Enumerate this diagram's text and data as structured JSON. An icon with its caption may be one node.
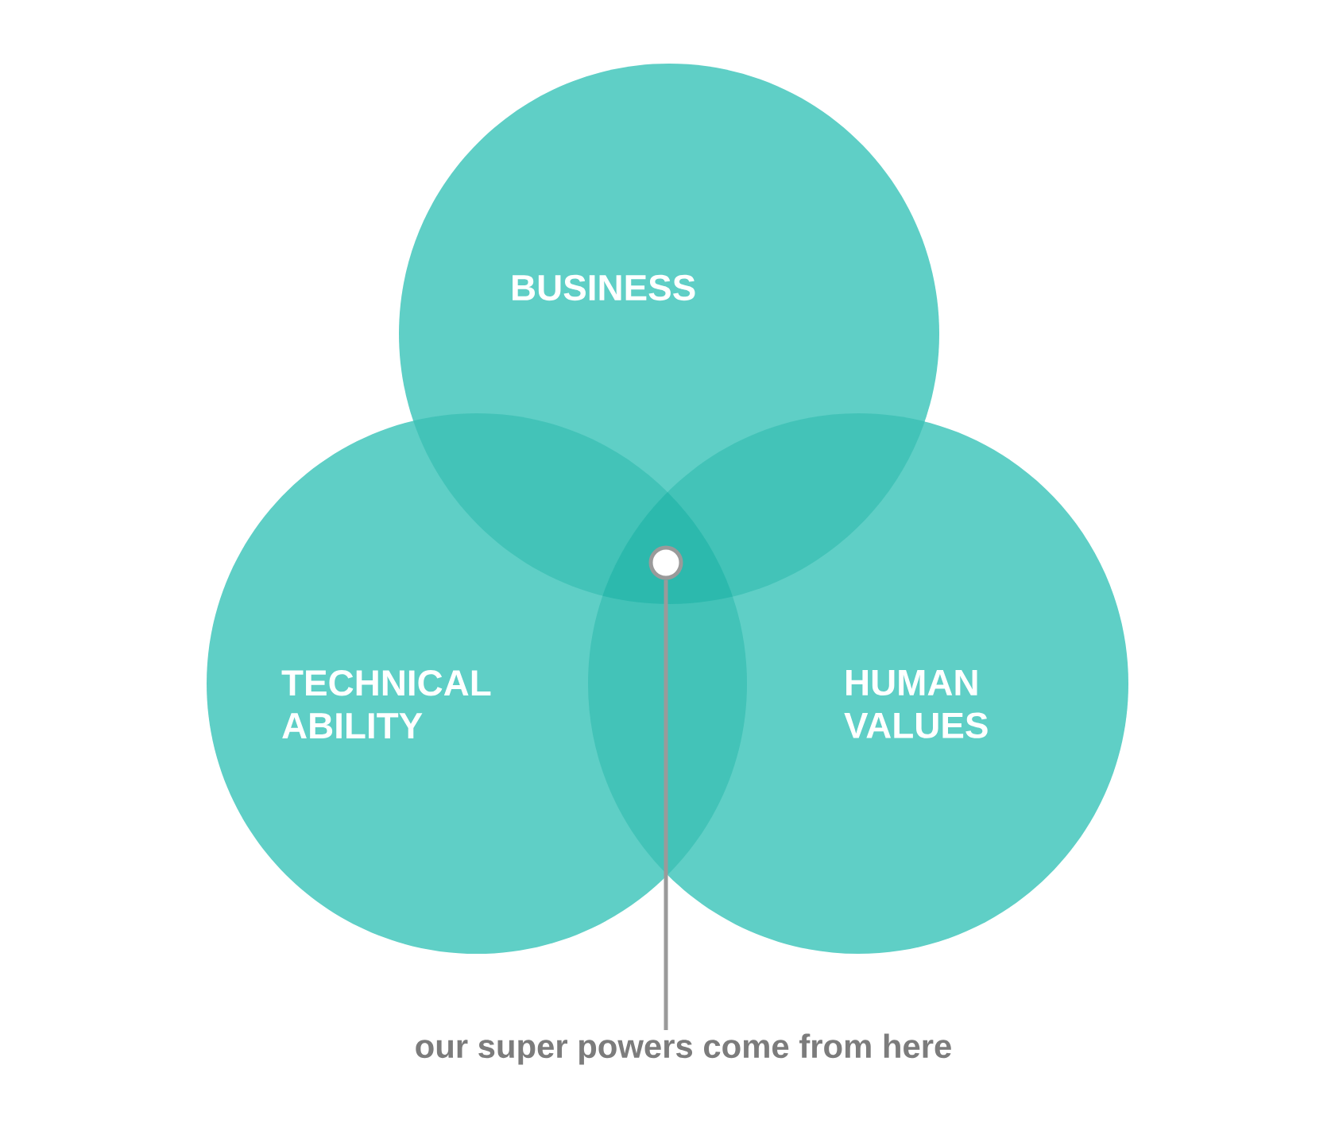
{
  "diagram": {
    "nodes": [
      {
        "text": [
          "BUSINESS"
        ]
      },
      {
        "text": [
          "TECHNICAL ABILITY"
        ]
      },
      {
        "text": [
          "HUMAN VALUES"
        ]
      },
      {
        "text": [],
        "shape": "circle"
      },
      {
        "text": [
          "our super powers come from here"
        ]
      }
    ],
    "edges": [
      {
        "from": 4,
        "to": 3,
        "arrow": "none"
      }
    ]
  }
}
